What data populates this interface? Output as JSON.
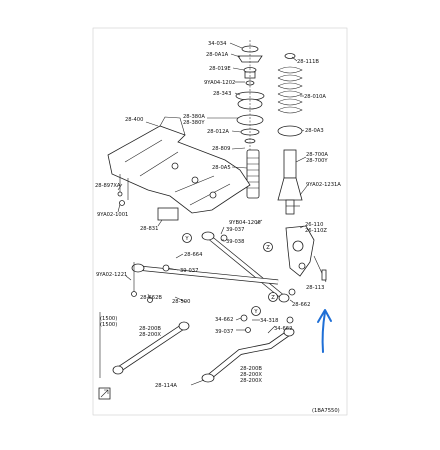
{
  "labels": {
    "l_34_034": "34-034",
    "l_28_0a1a": "28-0A1A",
    "l_28_019e": "28-019E",
    "l_28_111b": "28-111B",
    "l_9y404_1202": "9YA04-1202",
    "l_28_343": "28-343",
    "l_28_010a": "28-010A",
    "l_28_400": "28-400",
    "l_28_380a": "28-380A",
    "l_28_380y": "28-380Y",
    "l_28_012a": "28-012A",
    "l_28_0a3": "28-0A3",
    "l_28_809": "28-809",
    "l_28_700a": "28-700A",
    "l_28_700y": "28-700Y",
    "l_28_897xa": "28-897XA",
    "l_28_0a5": "28-0A5",
    "l_9ya02_1231a": "9YA02-1231A",
    "l_9ya02_1001": "9YA02-1001",
    "l_9yb04_1206": "9YB04-1206",
    "l_28_831": "28-831",
    "l_39_037_a": "39-037",
    "l_39_038": "39-038",
    "l_26_110": "26-110",
    "l_26_110z": "26-110Z",
    "l_28_664": "28-664",
    "l_39_037_b": "39-037",
    "l_9ya02_1221": "9YA02-1221",
    "l_28_662b": "28-662B",
    "l_28_500": "28-500",
    "l_28_662": "28-662",
    "l_28_113": "28-113",
    "l_34_662": "34-662",
    "l_34_318": "34-318",
    "l_39_037_c": "39-037",
    "l_34_662b": "34-662",
    "l_1500a": "(1500)",
    "l_1500b": "(1500)",
    "l_28_200b": "28-200B",
    "l_28_200x_a": "28-200X",
    "l_28_200b2": "28-200B",
    "l_28_200x_b": "28-200X",
    "l_28_114a": "28-114A",
    "l_28_200x_c": "28-200X",
    "l_code": "(1BA7550)",
    "l_y1": "Y",
    "l_y2": "Y",
    "l_z1": "Z",
    "l_z2": "Z"
  },
  "colors": {
    "line": "#222222",
    "arrow": "#1f6fd6",
    "frame": "#cfcfcf"
  }
}
